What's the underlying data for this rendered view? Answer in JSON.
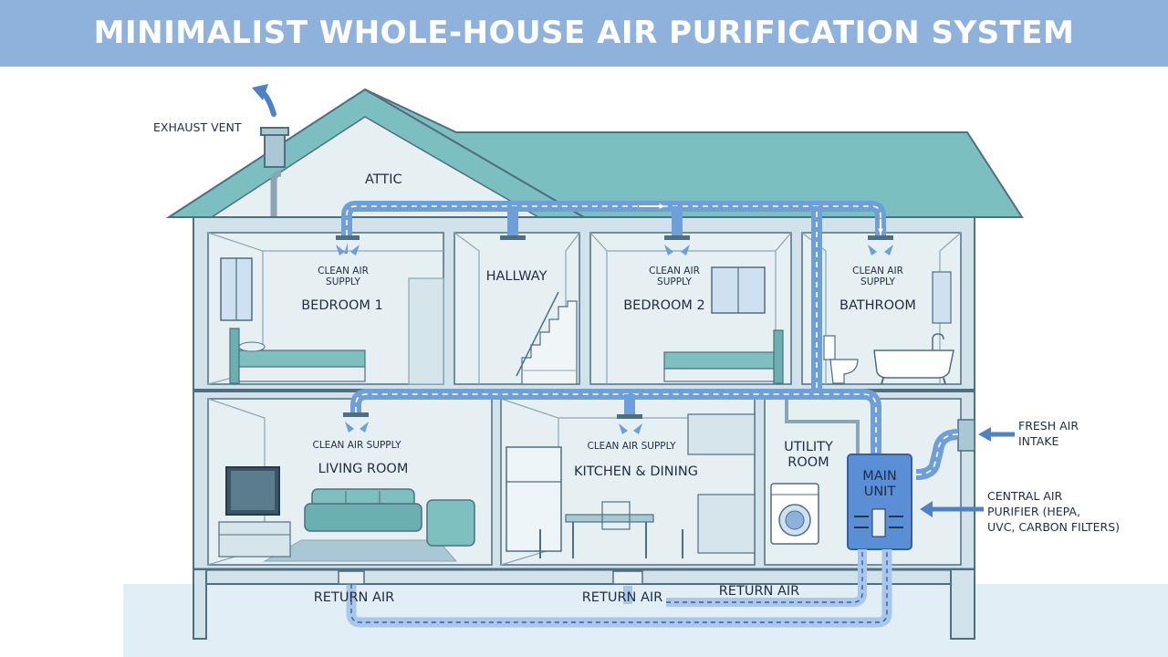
{
  "title": "MINIMALIST WHOLE-HOUSE AIR PURIFICATION SYSTEM",
  "colors": {
    "banner": "#8eb2dc",
    "roof": "#7bbfc0",
    "wall": "#e6f0f3",
    "outline": "#4f6e80",
    "duct": "#6f9fd8",
    "unit": "#5a8fd6",
    "ground": "#e2eef6"
  },
  "labels": {
    "exhaust_vent": "EXHAUST VENT",
    "attic": "ATTIC",
    "fresh_air_intake": [
      "FRESH AIR",
      "INTAKE"
    ],
    "central_air_purifier": [
      "CENTRAL AIR",
      "PURIFIER (HEPA,",
      "UVC, CARBON FILTERS)"
    ],
    "main_unit": [
      "MAIN",
      "UNIT"
    ],
    "clean_air_supply_stacked": [
      "CLEAN AIR",
      "SUPPLY"
    ],
    "clean_air_supply": "CLEAN AIR SUPPLY",
    "return_air": "RETURN AIR"
  },
  "rooms": {
    "bedroom1": "BEDROOM 1",
    "hallway": "HALLWAY",
    "bedroom2": "BEDROOM 2",
    "bathroom": "BATHROOM",
    "living_room": "LIVING ROOM",
    "kitchen": "KITCHEN & DINING",
    "utility": [
      "UTILITY",
      "ROOM"
    ]
  },
  "icons": [
    "exhaust-arrow-icon",
    "vent-icon",
    "filter-icon",
    "tv-icon",
    "sofa-icon",
    "bed-icon",
    "stairs-icon",
    "toilet-icon",
    "bathtub-icon",
    "washing-machine-icon",
    "fridge-icon"
  ]
}
